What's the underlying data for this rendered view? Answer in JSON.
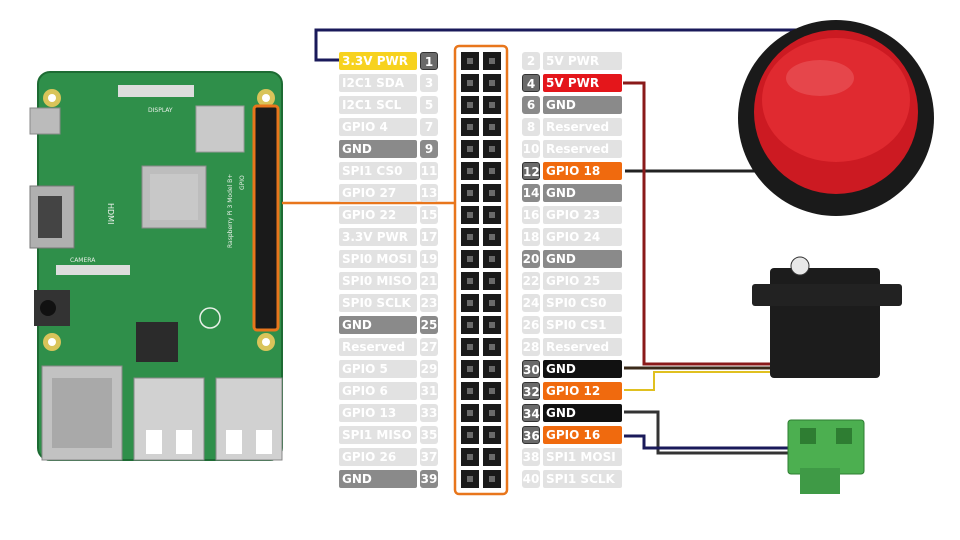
{
  "diagram": {
    "colors": {
      "power33": "#f7d21e",
      "power5": "#e4161b",
      "gpio": "#f06a0e",
      "gnd": "#111111",
      "inactive": "#e2e2e2",
      "inactive_gnd": "#8a8a8a",
      "wire_black": "#222222",
      "wire_red": "#8a1a1a",
      "wire_blue": "#1a1a5a",
      "connector_orange": "#e8761c"
    },
    "left_pins": [
      {
        "num": "1",
        "label": "3.3V PWR",
        "kind": "power33",
        "active": true
      },
      {
        "num": "3",
        "label": "I2C1 SDA",
        "kind": "io",
        "active": false
      },
      {
        "num": "5",
        "label": "I2C1 SCL",
        "kind": "io",
        "active": false
      },
      {
        "num": "7",
        "label": "GPIO 4",
        "kind": "io",
        "active": false
      },
      {
        "num": "9",
        "label": "GND",
        "kind": "gnd",
        "active": false
      },
      {
        "num": "11",
        "label": "SPI1 CS0",
        "kind": "io",
        "active": false
      },
      {
        "num": "13",
        "label": "GPIO 27",
        "kind": "io",
        "active": false
      },
      {
        "num": "15",
        "label": "GPIO 22",
        "kind": "io",
        "active": false
      },
      {
        "num": "17",
        "label": "3.3V PWR",
        "kind": "io",
        "active": false
      },
      {
        "num": "19",
        "label": "SPI0 MOSI",
        "kind": "io",
        "active": false
      },
      {
        "num": "21",
        "label": "SPI0 MISO",
        "kind": "io",
        "active": false
      },
      {
        "num": "23",
        "label": "SPI0 SCLK",
        "kind": "io",
        "active": false
      },
      {
        "num": "25",
        "label": "GND",
        "kind": "gnd",
        "active": false
      },
      {
        "num": "27",
        "label": "Reserved",
        "kind": "io",
        "active": false
      },
      {
        "num": "29",
        "label": "GPIO 5",
        "kind": "io",
        "active": false
      },
      {
        "num": "31",
        "label": "GPIO 6",
        "kind": "io",
        "active": false
      },
      {
        "num": "33",
        "label": "GPIO 13",
        "kind": "io",
        "active": false
      },
      {
        "num": "35",
        "label": "SPI1 MISO",
        "kind": "io",
        "active": false
      },
      {
        "num": "37",
        "label": "GPIO 26",
        "kind": "io",
        "active": false
      },
      {
        "num": "39",
        "label": "GND",
        "kind": "gnd",
        "active": false
      }
    ],
    "right_pins": [
      {
        "num": "2",
        "label": "5V PWR",
        "kind": "io",
        "active": false
      },
      {
        "num": "4",
        "label": "5V PWR",
        "kind": "power5",
        "active": true
      },
      {
        "num": "6",
        "label": "GND",
        "kind": "gnd",
        "active": false
      },
      {
        "num": "8",
        "label": "Reserved",
        "kind": "io",
        "active": false
      },
      {
        "num": "10",
        "label": "Reserved",
        "kind": "io",
        "active": false
      },
      {
        "num": "12",
        "label": "GPIO 18",
        "kind": "gpio",
        "active": true
      },
      {
        "num": "14",
        "label": "GND",
        "kind": "gnd",
        "active": false
      },
      {
        "num": "16",
        "label": "GPIO 23",
        "kind": "io",
        "active": false
      },
      {
        "num": "18",
        "label": "GPIO 24",
        "kind": "io",
        "active": false
      },
      {
        "num": "20",
        "label": "GND",
        "kind": "gnd",
        "active": false
      },
      {
        "num": "22",
        "label": "GPIO 25",
        "kind": "io",
        "active": false
      },
      {
        "num": "24",
        "label": "SPI0 CS0",
        "kind": "io",
        "active": false
      },
      {
        "num": "26",
        "label": "SPI0 CS1",
        "kind": "io",
        "active": false
      },
      {
        "num": "28",
        "label": "Reserved",
        "kind": "io",
        "active": false
      },
      {
        "num": "30",
        "label": "GND",
        "kind": "gnd",
        "active": true
      },
      {
        "num": "32",
        "label": "GPIO 12",
        "kind": "gpio",
        "active": true
      },
      {
        "num": "34",
        "label": "GND",
        "kind": "gnd",
        "active": true
      },
      {
        "num": "36",
        "label": "GPIO 16",
        "kind": "gpio",
        "active": true
      },
      {
        "num": "38",
        "label": "SPI1 MOSI",
        "kind": "io",
        "active": false
      },
      {
        "num": "40",
        "label": "SPI1 SCLK",
        "kind": "io",
        "active": false
      }
    ],
    "board": {
      "silkscreen_display": "DISPLAY",
      "silkscreen_hdmi": "HDMI",
      "silkscreen_camera": "CAMERA",
      "silkscreen_gpio": "GPIO",
      "silkscreen_model": "Raspberry Pi 3 Model B+"
    }
  }
}
